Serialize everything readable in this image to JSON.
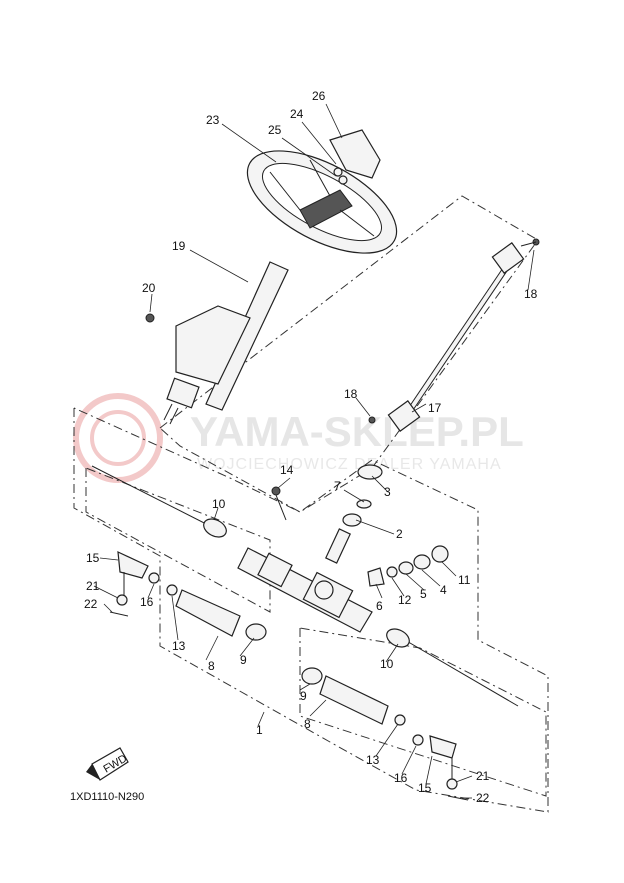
{
  "diagram": {
    "code": "1XD1110-N290",
    "direction_label": "FWD",
    "watermark": {
      "line1": "YAMA-SKLEP.PL",
      "line2": "WOJCIECHOWICZ DEALER YAMAHA"
    },
    "callouts": {
      "c1": "1",
      "c2": "2",
      "c3": "3",
      "c4": "4",
      "c5": "5",
      "c6": "6",
      "c7": "7",
      "c8a": "8",
      "c8b": "8",
      "c9a": "9",
      "c9b": "9",
      "c10a": "10",
      "c10b": "10",
      "c11": "11",
      "c12": "12",
      "c13a": "13",
      "c13b": "13",
      "c14": "14",
      "c15a": "15",
      "c15b": "15",
      "c16a": "16",
      "c16b": "16",
      "c17": "17",
      "c18a": "18",
      "c18b": "18",
      "c19": "19",
      "c20": "20",
      "c21a": "21",
      "c21b": "21",
      "c22a": "22",
      "c22b": "22",
      "c23": "23",
      "c24": "24",
      "c25": "25",
      "c26": "26"
    }
  }
}
